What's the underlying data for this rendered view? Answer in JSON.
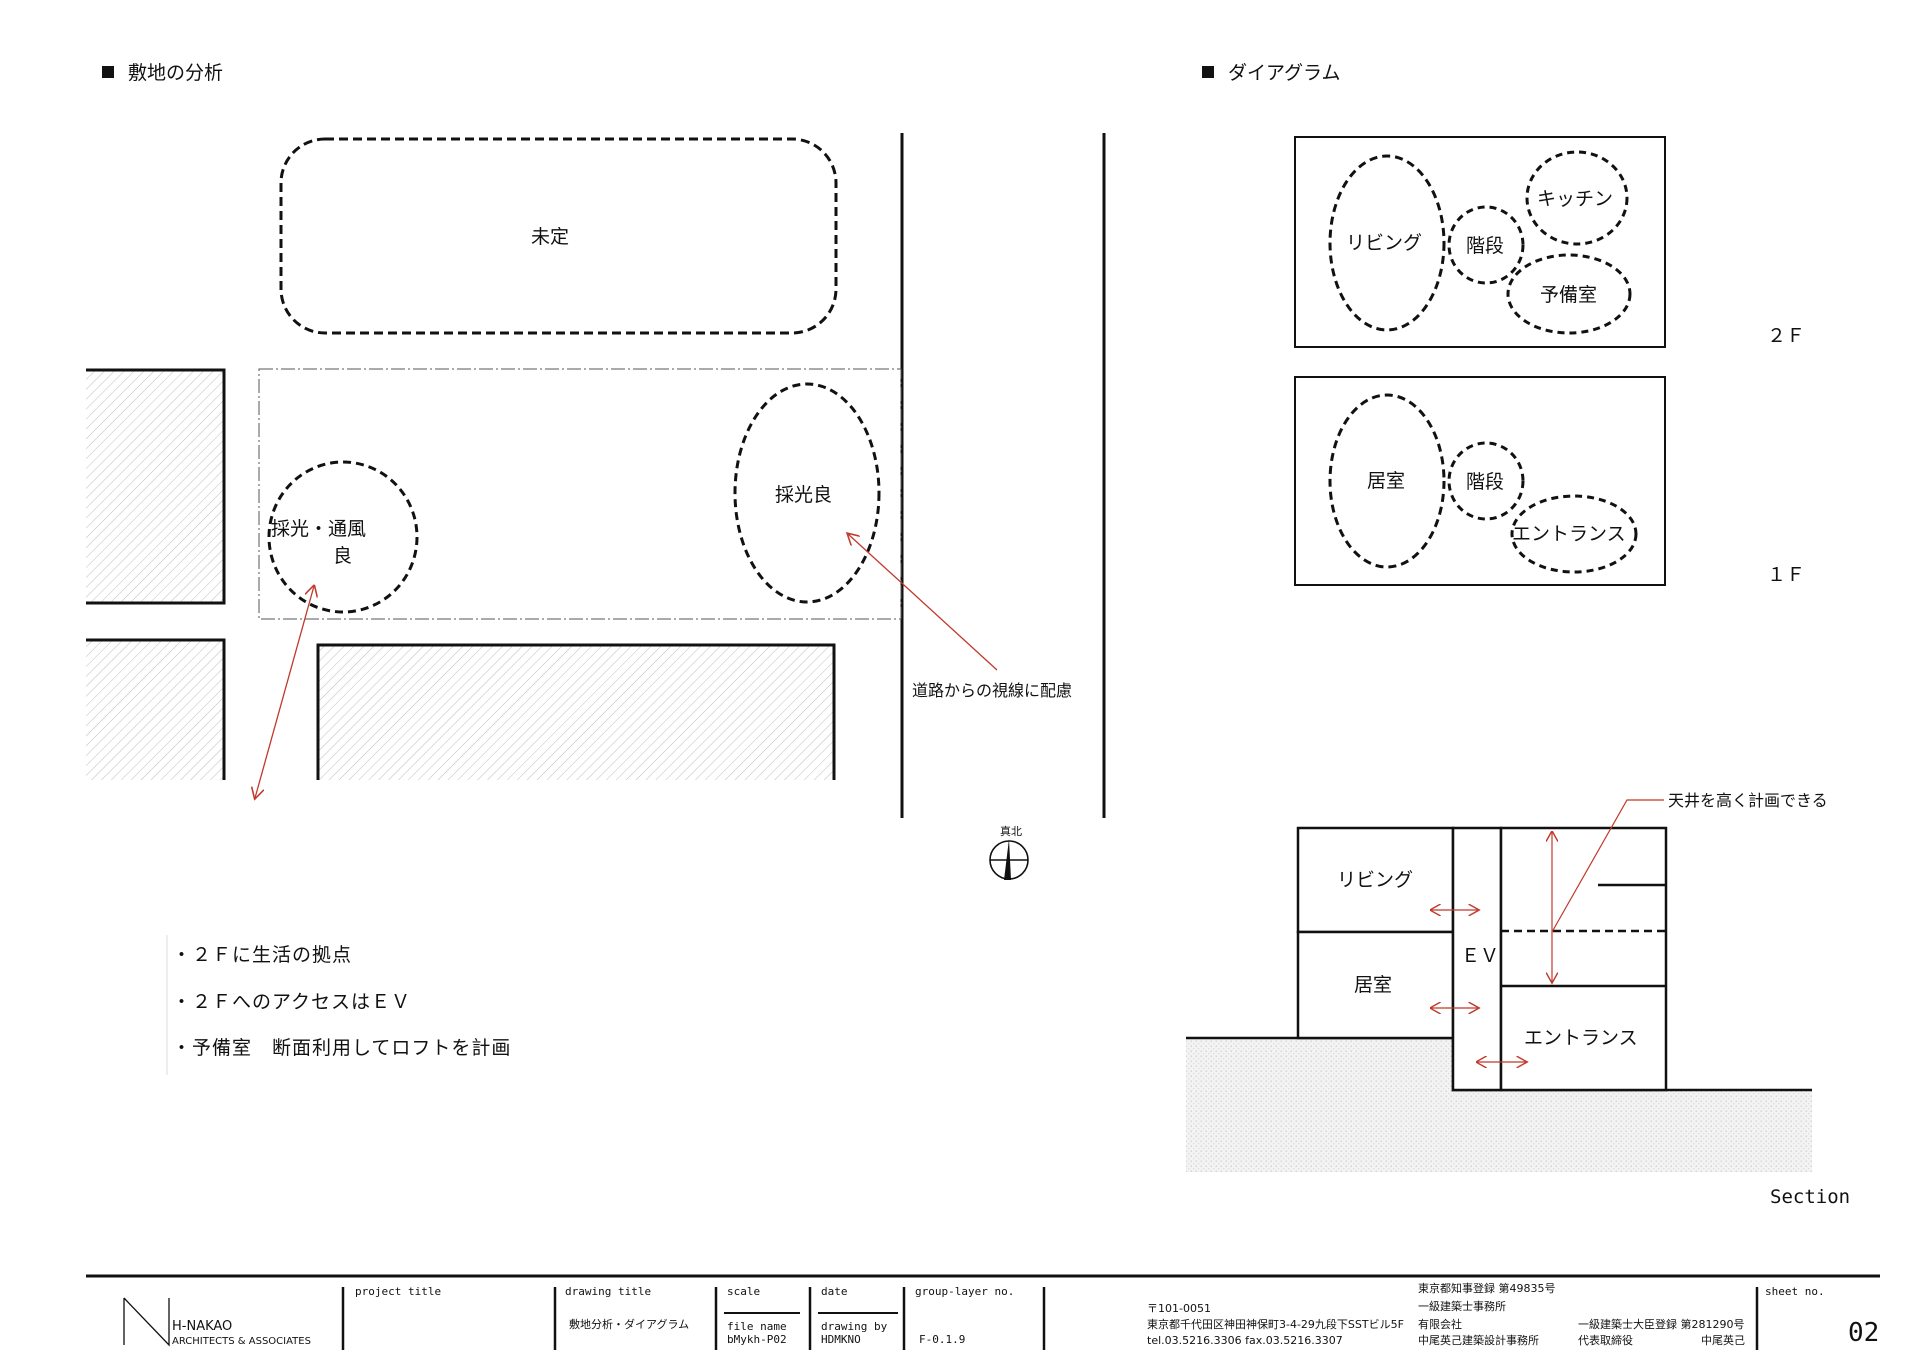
{
  "site_analysis": {
    "heading": "敷地の分析",
    "undetermined": "未定",
    "zone_left_line1": "採光・通風",
    "zone_left_line2": "良",
    "zone_right": "採光良",
    "road_note": "道路からの視線に配慮",
    "north_label": "真北"
  },
  "notes": [
    "・２Ｆに生活の拠点",
    "・２ＦへのアクセスはＥＶ",
    "・予備室　断面利用してロフトを計画"
  ],
  "diagram": {
    "heading": "ダイアグラム",
    "floor2": {
      "label": "２Ｆ",
      "rooms": [
        "リビング",
        "階段",
        "キッチン",
        "予備室"
      ]
    },
    "floor1": {
      "label": "１Ｆ",
      "rooms": [
        "居室",
        "階段",
        "エントランス"
      ]
    }
  },
  "section": {
    "ceiling_note": "天井を高く計画できる",
    "living": "リビング",
    "room": "居室",
    "ev": "ＥＶ",
    "entrance": "エントランス",
    "caption": "Section"
  },
  "title_block": {
    "firm_name_line1": "H-NAKAO",
    "firm_name_line2": "ARCHITECTS & ASSOCIATES",
    "project_title_label": "project title",
    "drawing_title_label": "drawing title",
    "drawing_title": "敷地分析・ダイアグラム",
    "scale_label": "scale",
    "file_name_label": "file name",
    "file_name": "bMykh-P02",
    "date_label": "date",
    "drawing_by_label": "drawing by",
    "drawing_by": "HDMKNO",
    "group_layer_label": "group-layer no.",
    "group_layer": "F-0.1.9",
    "postal": "〒101-0051",
    "address": "東京都千代田区神田神保町3-4-29九段下SSTビル5F",
    "tel_fax": "tel.03.5216.3306 fax.03.5216.3307",
    "registration1": "東京都知事登録 第49835号",
    "registration2": "一級建築士事務所",
    "company_type": "有限会社",
    "company": "中尾英己建築設計事務所",
    "architect_reg": "一級建築士大臣登録 第281290号",
    "rep_title": "代表取締役",
    "rep_name": "中尾英己",
    "sheet_label": "sheet no.",
    "sheet_no": "02"
  }
}
